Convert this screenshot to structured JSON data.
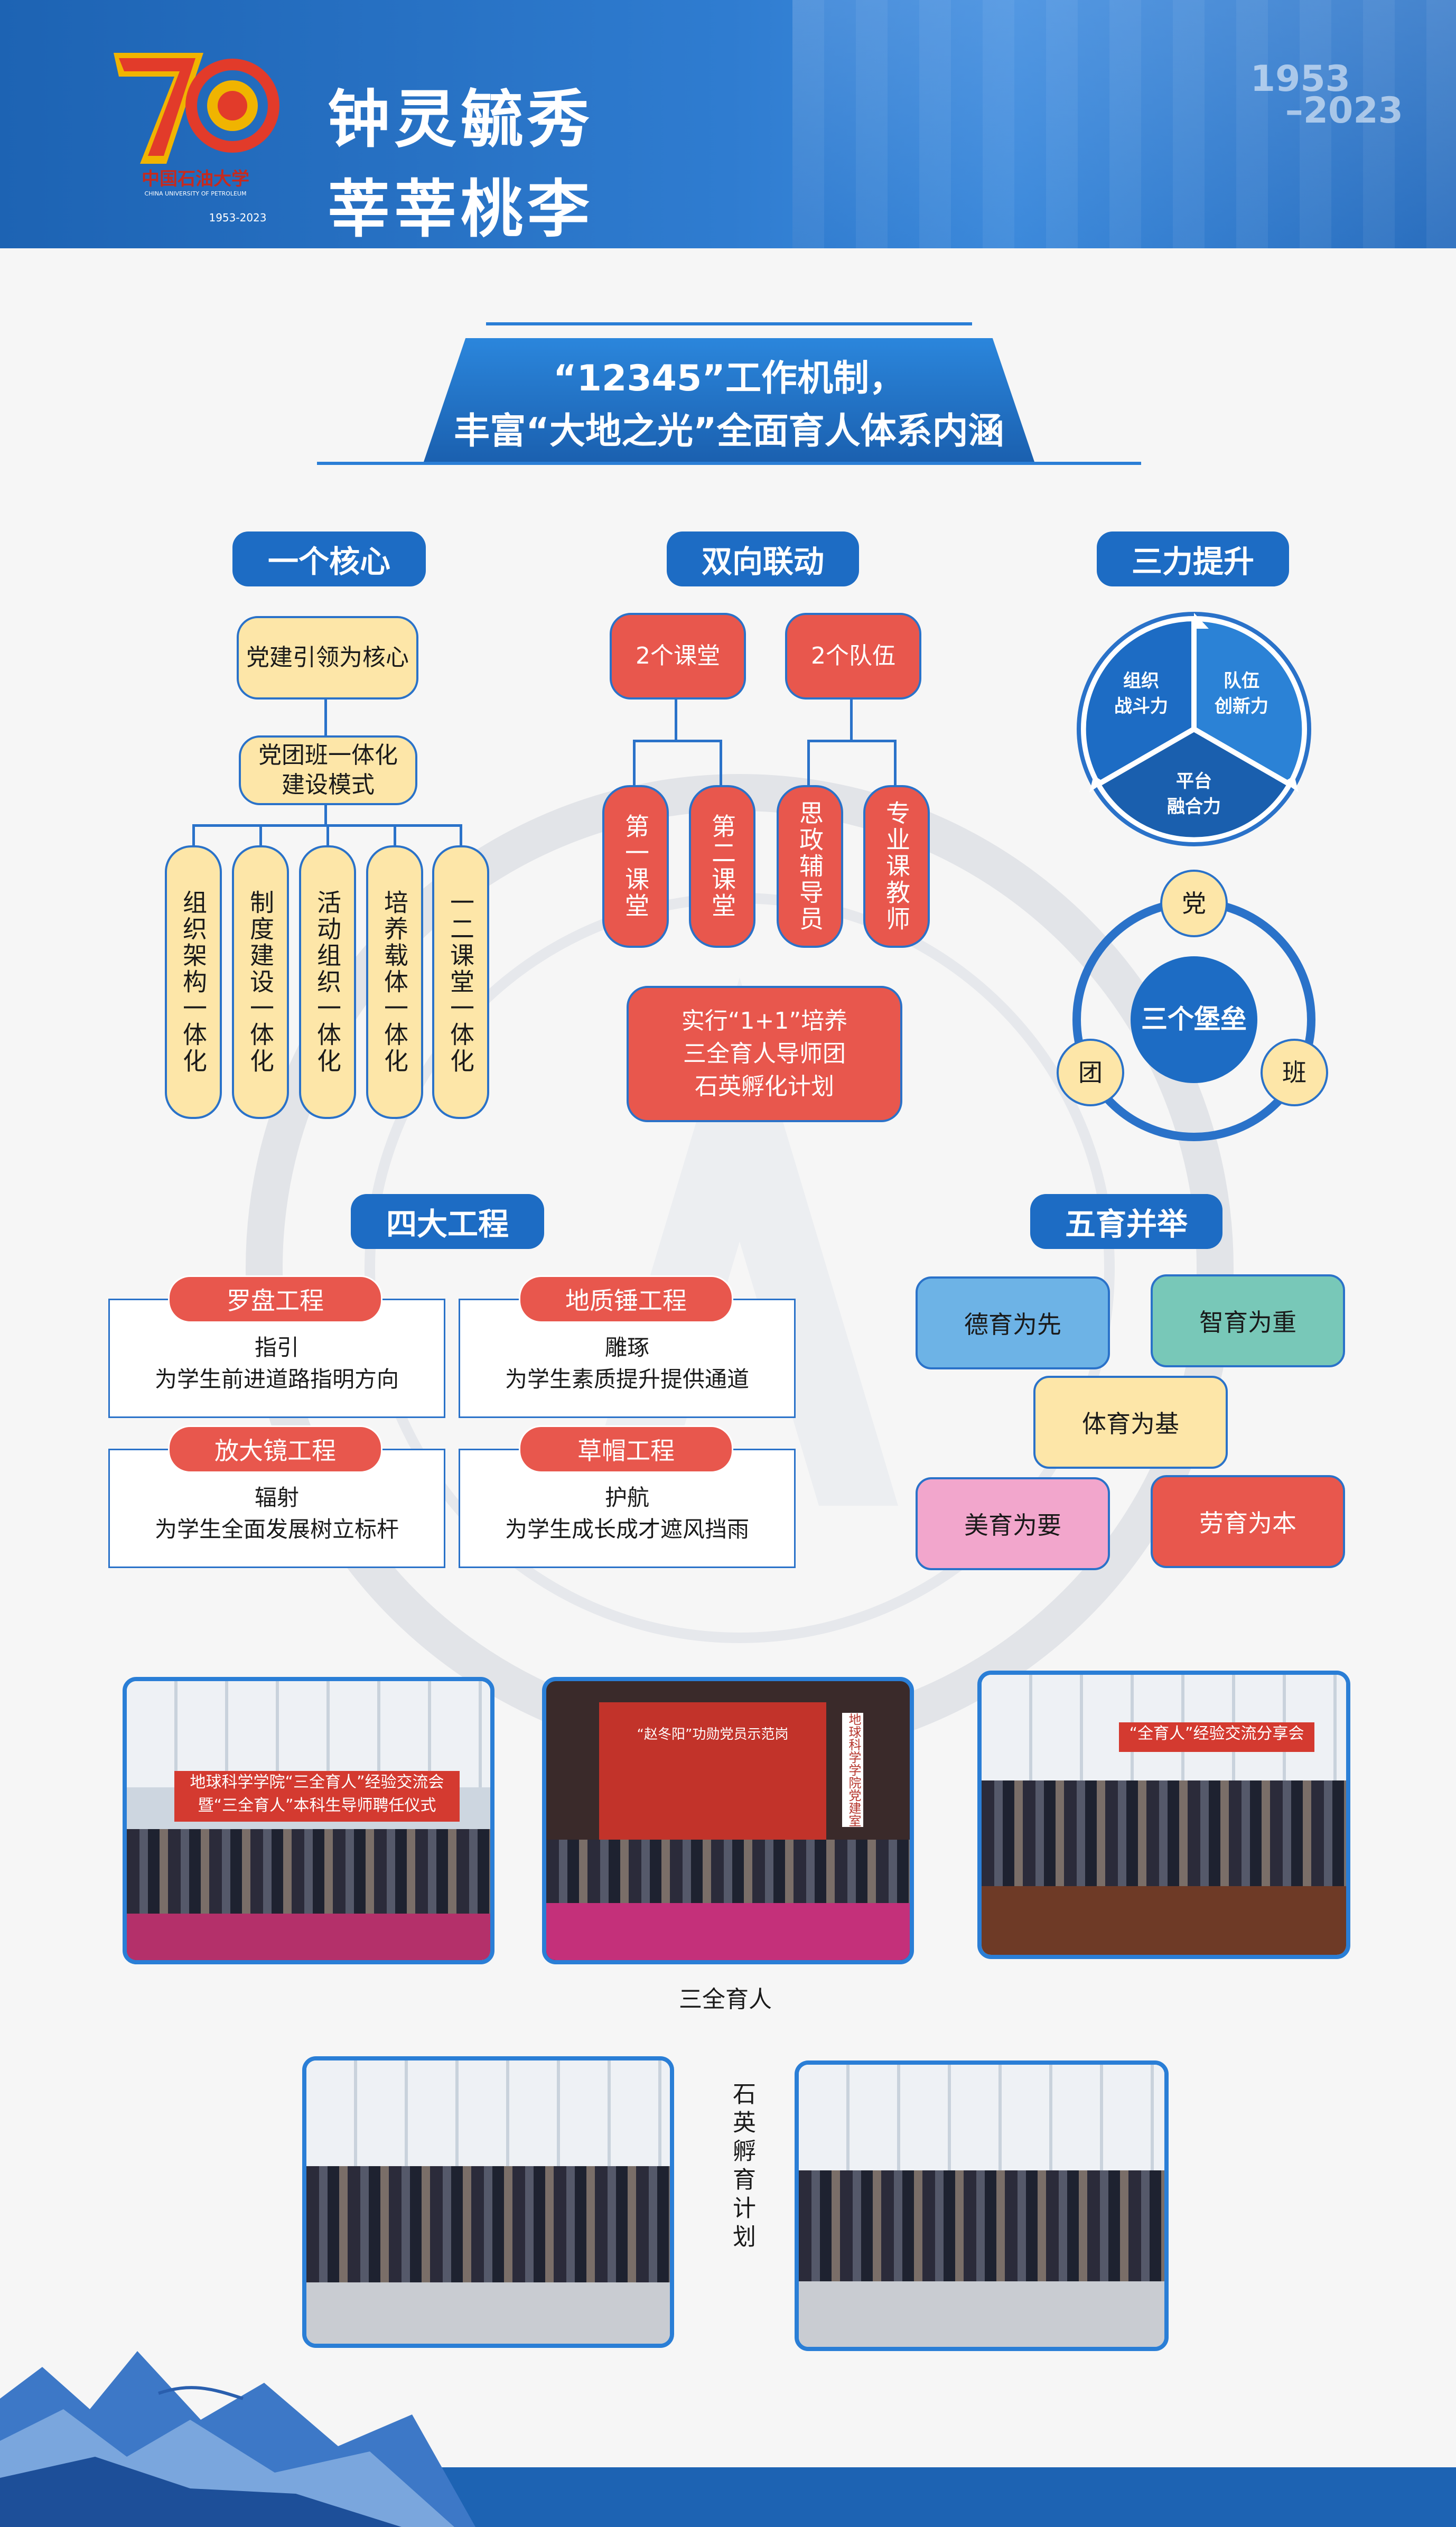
{
  "header": {
    "logo_text": "中国石油大学",
    "logo_subtext": "CHINA UNIVERSITY OF PETROLEUM",
    "logo_years": "1953-2023",
    "slogan_line1": "钟灵毓秀",
    "slogan_line2": "莘莘桃李",
    "year_start": "1953",
    "year_end": "–2023"
  },
  "banner": {
    "line1": "“12345”工作机制，",
    "line2": "丰富“大地之光”全面育人体系内涵"
  },
  "core": {
    "title": "一个核心",
    "top": "党建引领为核心",
    "middle": "党团班一体化\n建设模式",
    "items": [
      "组织架构一体化",
      "制度建设一体化",
      "活动组织一体化",
      "培养载体一体化",
      "一二课堂一体化"
    ]
  },
  "linkage": {
    "title": "双向联动",
    "left": "2个课堂",
    "right": "2个队伍",
    "items": [
      "第一课堂",
      "第二课堂",
      "思政辅导员",
      "专业课教师"
    ],
    "bottom_lines": [
      "实行“1+1”培养",
      "三全育人导师团",
      "石英孵化计划"
    ]
  },
  "three": {
    "title": "三力提升",
    "seg1_line1": "组织",
    "seg1_line2": "战斗力",
    "seg2_line1": "队伍",
    "seg2_line2": "创新力",
    "seg3_line1": "平台",
    "seg3_line2": "融合力",
    "fortress_center": "三个堡垒",
    "fortress_top": "党",
    "fortress_left": "团",
    "fortress_right": "班"
  },
  "four": {
    "title": "四大工程",
    "items": [
      {
        "tag": "罗盘工程",
        "l1": "指引",
        "l2": "为学生前进道路指明方向"
      },
      {
        "tag": "地质锤工程",
        "l1": "雕琢",
        "l2": "为学生素质提升提供通道"
      },
      {
        "tag": "放大镜工程",
        "l1": "辐射",
        "l2": "为学生全面发展树立标杆"
      },
      {
        "tag": "草帽工程",
        "l1": "护航",
        "l2": "为学生成长成才遮风挡雨"
      }
    ]
  },
  "five": {
    "title": "五育并举",
    "items": [
      "德育为先",
      "智育为重",
      "体育为基",
      "美育为要",
      "劳育为本"
    ],
    "colors": [
      "#6db3e6",
      "#78c8b8",
      "#fde6a8",
      "#f2a6cc",
      "#e8574d"
    ]
  },
  "photos": {
    "p1_banner": "地球科学学院“三全育人”经验交流会暨“三全育人”本科生导师聘任仪式",
    "p2_screen": "“赵冬阳”功勋党员示范岗",
    "p2_wall": "地球科学学院党建室",
    "p3_banner": "“全育人”经验交流分享会",
    "caption1": "三全育人",
    "caption2": "石英孵育计划"
  }
}
